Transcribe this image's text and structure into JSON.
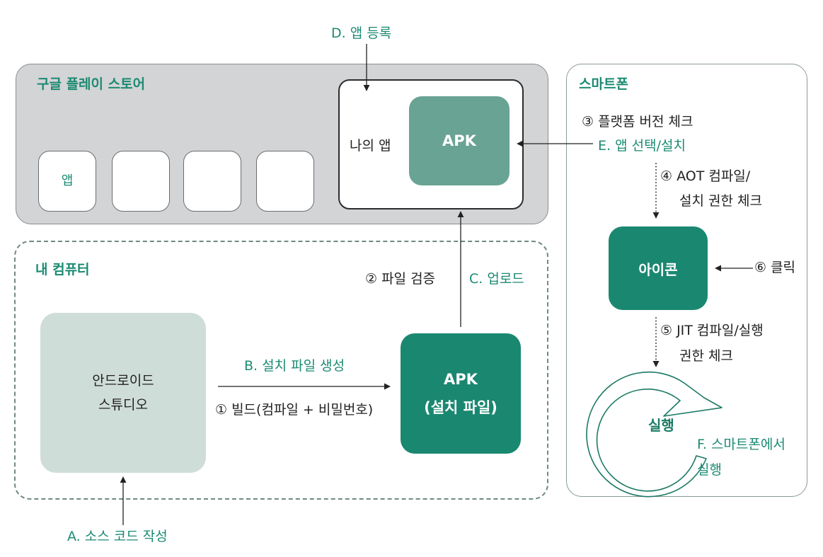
{
  "store": {
    "title": "구글 플레이 스토어",
    "slot_label": "앱",
    "my_app": "나의 앱",
    "apk": "APK"
  },
  "computer": {
    "title": "내 컴퓨터",
    "studio_line1": "안드로이드",
    "studio_line2": "스튜디오",
    "apk_line1": "APK",
    "apk_line2": "(설치 파일)"
  },
  "phone": {
    "title": "스마트폰",
    "icon": "아이콘",
    "run": "실행"
  },
  "labels": {
    "d": "D. 앱 등록",
    "a": "A. 소스 코드 작성",
    "b": "B. 설치 파일 생성",
    "s1": "① 빌드(컴파일 + 비밀번호)",
    "s2": "② 파일 검증",
    "c": "C. 업로드",
    "s3": "③ 플랫폼 버전 체크",
    "e": "E. 앱 선택/설치",
    "s4_line1": "④ AOT 컴파일/",
    "s4_line2": "설치 권한 체크",
    "s6": "⑥ 클릭",
    "s5_line1": "⑤ JIT 컴파일/실행",
    "s5_line2": "권한 체크",
    "f_line1": "F. 스마트폰에서",
    "f_line2": "실행"
  }
}
